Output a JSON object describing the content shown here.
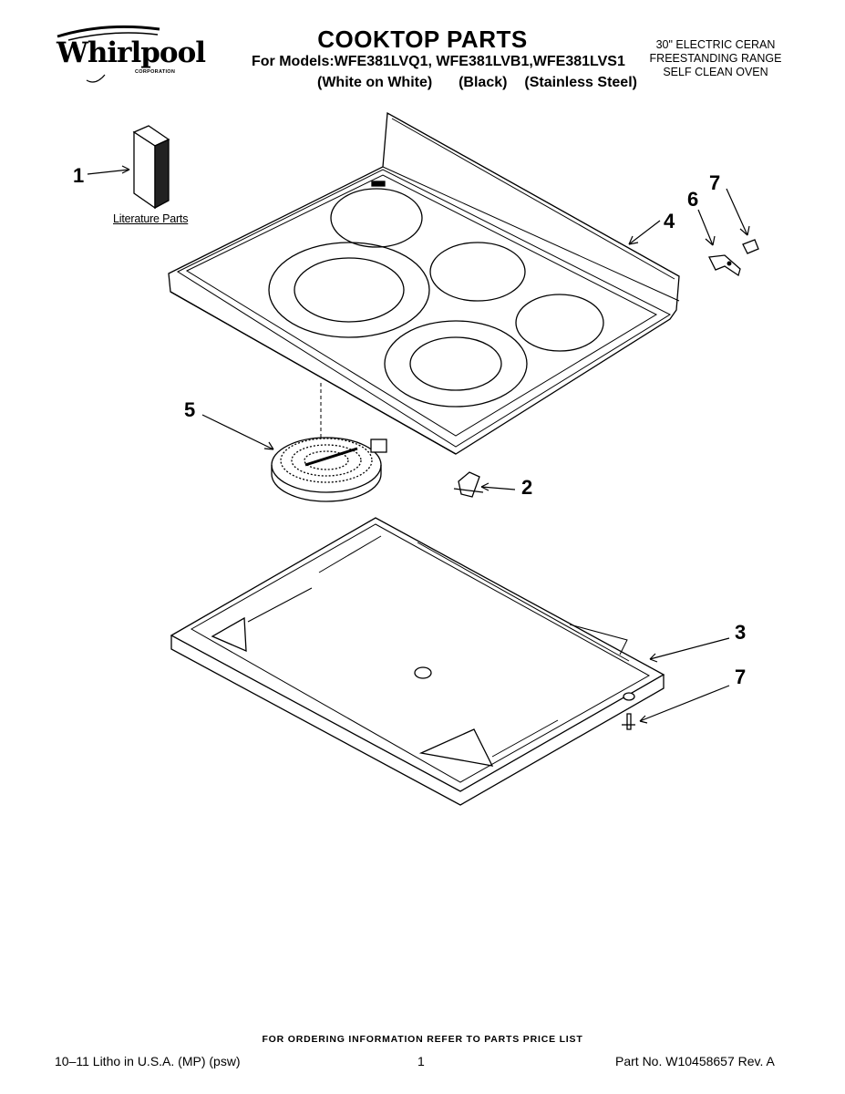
{
  "logo": {
    "brand": "Whirlpool",
    "sub": "CORPORATION"
  },
  "header": {
    "title": "COOKTOP PARTS",
    "models": "For Models:WFE381LVQ1, WFE381LVB1,WFE381LVS1",
    "finishes": [
      "(White on White)",
      "(Black)",
      "(Stainless Steel)"
    ]
  },
  "range_info": [
    "30\" ELECTRIC CERAN",
    "FREESTANDING RANGE",
    "SELF CLEAN OVEN"
  ],
  "diagram": {
    "callouts": [
      {
        "id": "c1",
        "label": "1"
      },
      {
        "id": "c2",
        "label": "2"
      },
      {
        "id": "c3",
        "label": "3"
      },
      {
        "id": "c4",
        "label": "4"
      },
      {
        "id": "c5",
        "label": "5"
      },
      {
        "id": "c6",
        "label": "6"
      },
      {
        "id": "c7a",
        "label": "7"
      },
      {
        "id": "c7b",
        "label": "7"
      }
    ],
    "literature_label": "Literature Parts"
  },
  "footer": {
    "ordering": "FOR ORDERING INFORMATION REFER TO PARTS PRICE LIST",
    "litho": "10–11 Litho in U.S.A. (MP) (psw)",
    "page": "1",
    "part_no": "Part No. W10458657 Rev. A"
  }
}
